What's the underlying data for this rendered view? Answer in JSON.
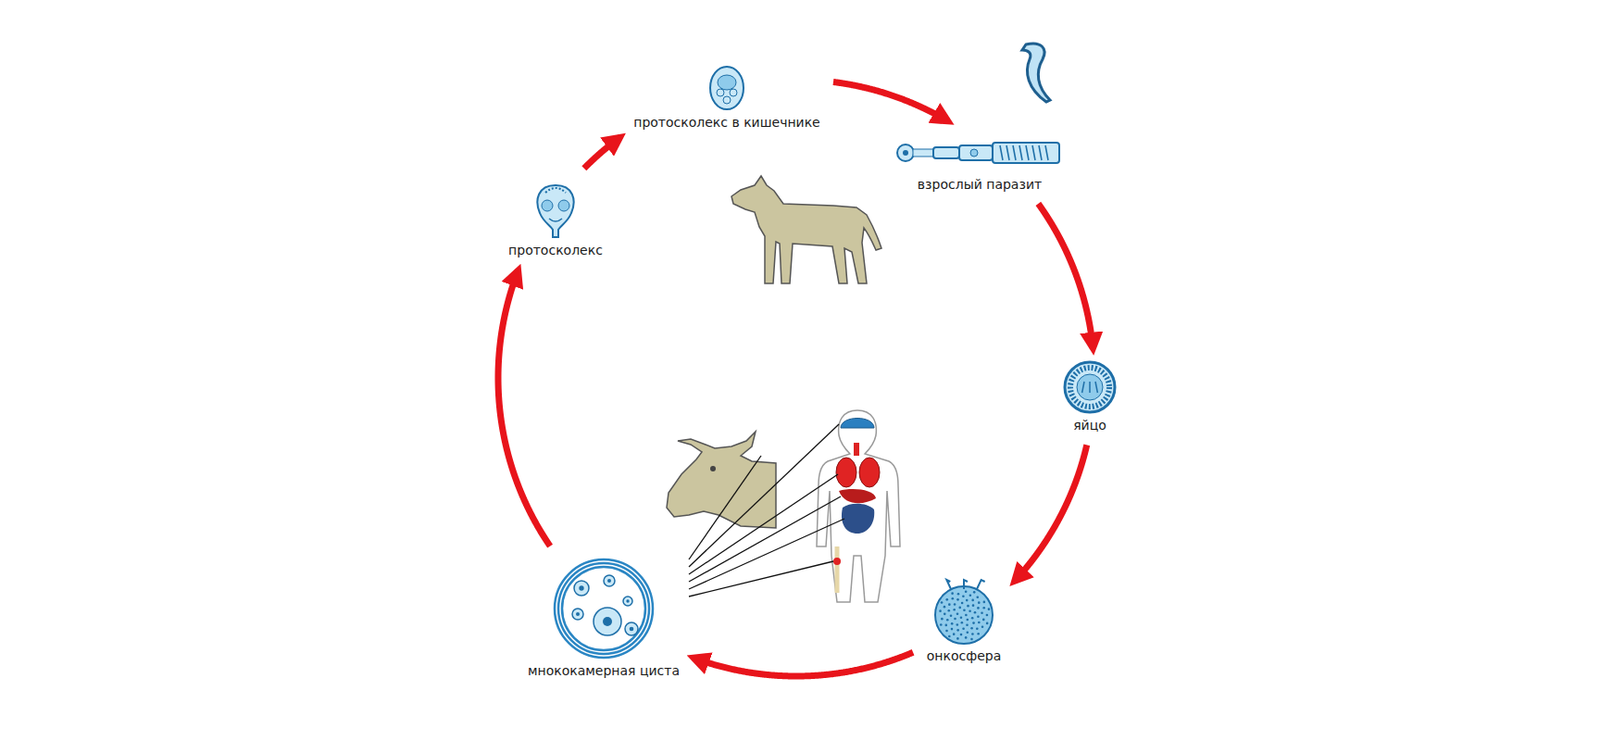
{
  "diagram": {
    "nodes": [
      {
        "text": [
          "протосколекс в кишечнике"
        ]
      },
      {
        "text": [
          "взрослый паразит"
        ]
      },
      {
        "text": [
          "яйцо"
        ]
      },
      {
        "text": [
          "онкосфера"
        ]
      },
      {
        "text": [
          "мнококамерная циста"
        ]
      },
      {
        "text": [
          "протосколекс"
        ]
      }
    ],
    "edges": [
      {
        "from": 0,
        "to": 1,
        "arrow": "to"
      },
      {
        "from": 1,
        "to": 2,
        "arrow": "to"
      },
      {
        "from": 2,
        "to": 3,
        "arrow": "to"
      },
      {
        "from": 3,
        "to": 4,
        "arrow": "to"
      },
      {
        "from": 4,
        "to": 5,
        "arrow": "to"
      },
      {
        "from": 5,
        "to": 0,
        "arrow": "to"
      }
    ]
  }
}
